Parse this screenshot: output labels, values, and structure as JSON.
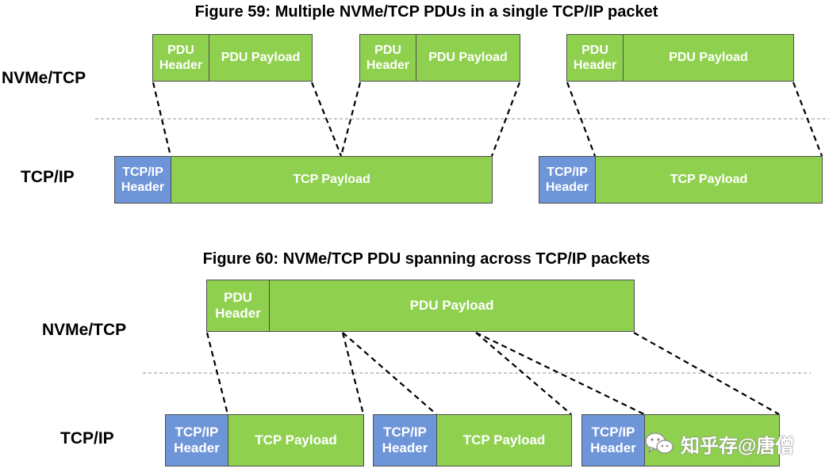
{
  "fig59": {
    "title": "Figure 59: Multiple NVMe/TCP PDUs in a single TCP/IP packet",
    "nvme_label": "NVMe/TCP",
    "tcpip_label": "TCP/IP",
    "pdus": [
      {
        "header": "PDU\nHeader",
        "payload": "PDU Payload"
      },
      {
        "header": "PDU\nHeader",
        "payload": "PDU Payload"
      },
      {
        "header": "PDU\nHeader",
        "payload": "PDU Payload"
      }
    ],
    "packets": [
      {
        "header": "TCP/IP\nHeader",
        "payload": "TCP Payload"
      },
      {
        "header": "TCP/IP\nHeader",
        "payload": "TCP Payload"
      }
    ]
  },
  "fig60": {
    "title": "Figure 60: NVMe/TCP PDU spanning across TCP/IP packets",
    "nvme_label": "NVMe/TCP",
    "tcpip_label": "TCP/IP",
    "pdu": {
      "header": "PDU\nHeader",
      "payload": "PDU Payload"
    },
    "packets": [
      {
        "header": "TCP/IP\nHeader",
        "payload": "TCP Payload"
      },
      {
        "header": "TCP/IP\nHeader",
        "payload": "TCP Payload"
      },
      {
        "header": "TCP/IP\nHeader",
        "payload": ""
      }
    ]
  },
  "colors": {
    "payload_green": "#8fd14f",
    "header_blue": "#6f95d9",
    "divider_gray": "#a6a6a6"
  },
  "watermark": {
    "icon": "wechat-icon",
    "text": "知乎存@唐僧"
  }
}
